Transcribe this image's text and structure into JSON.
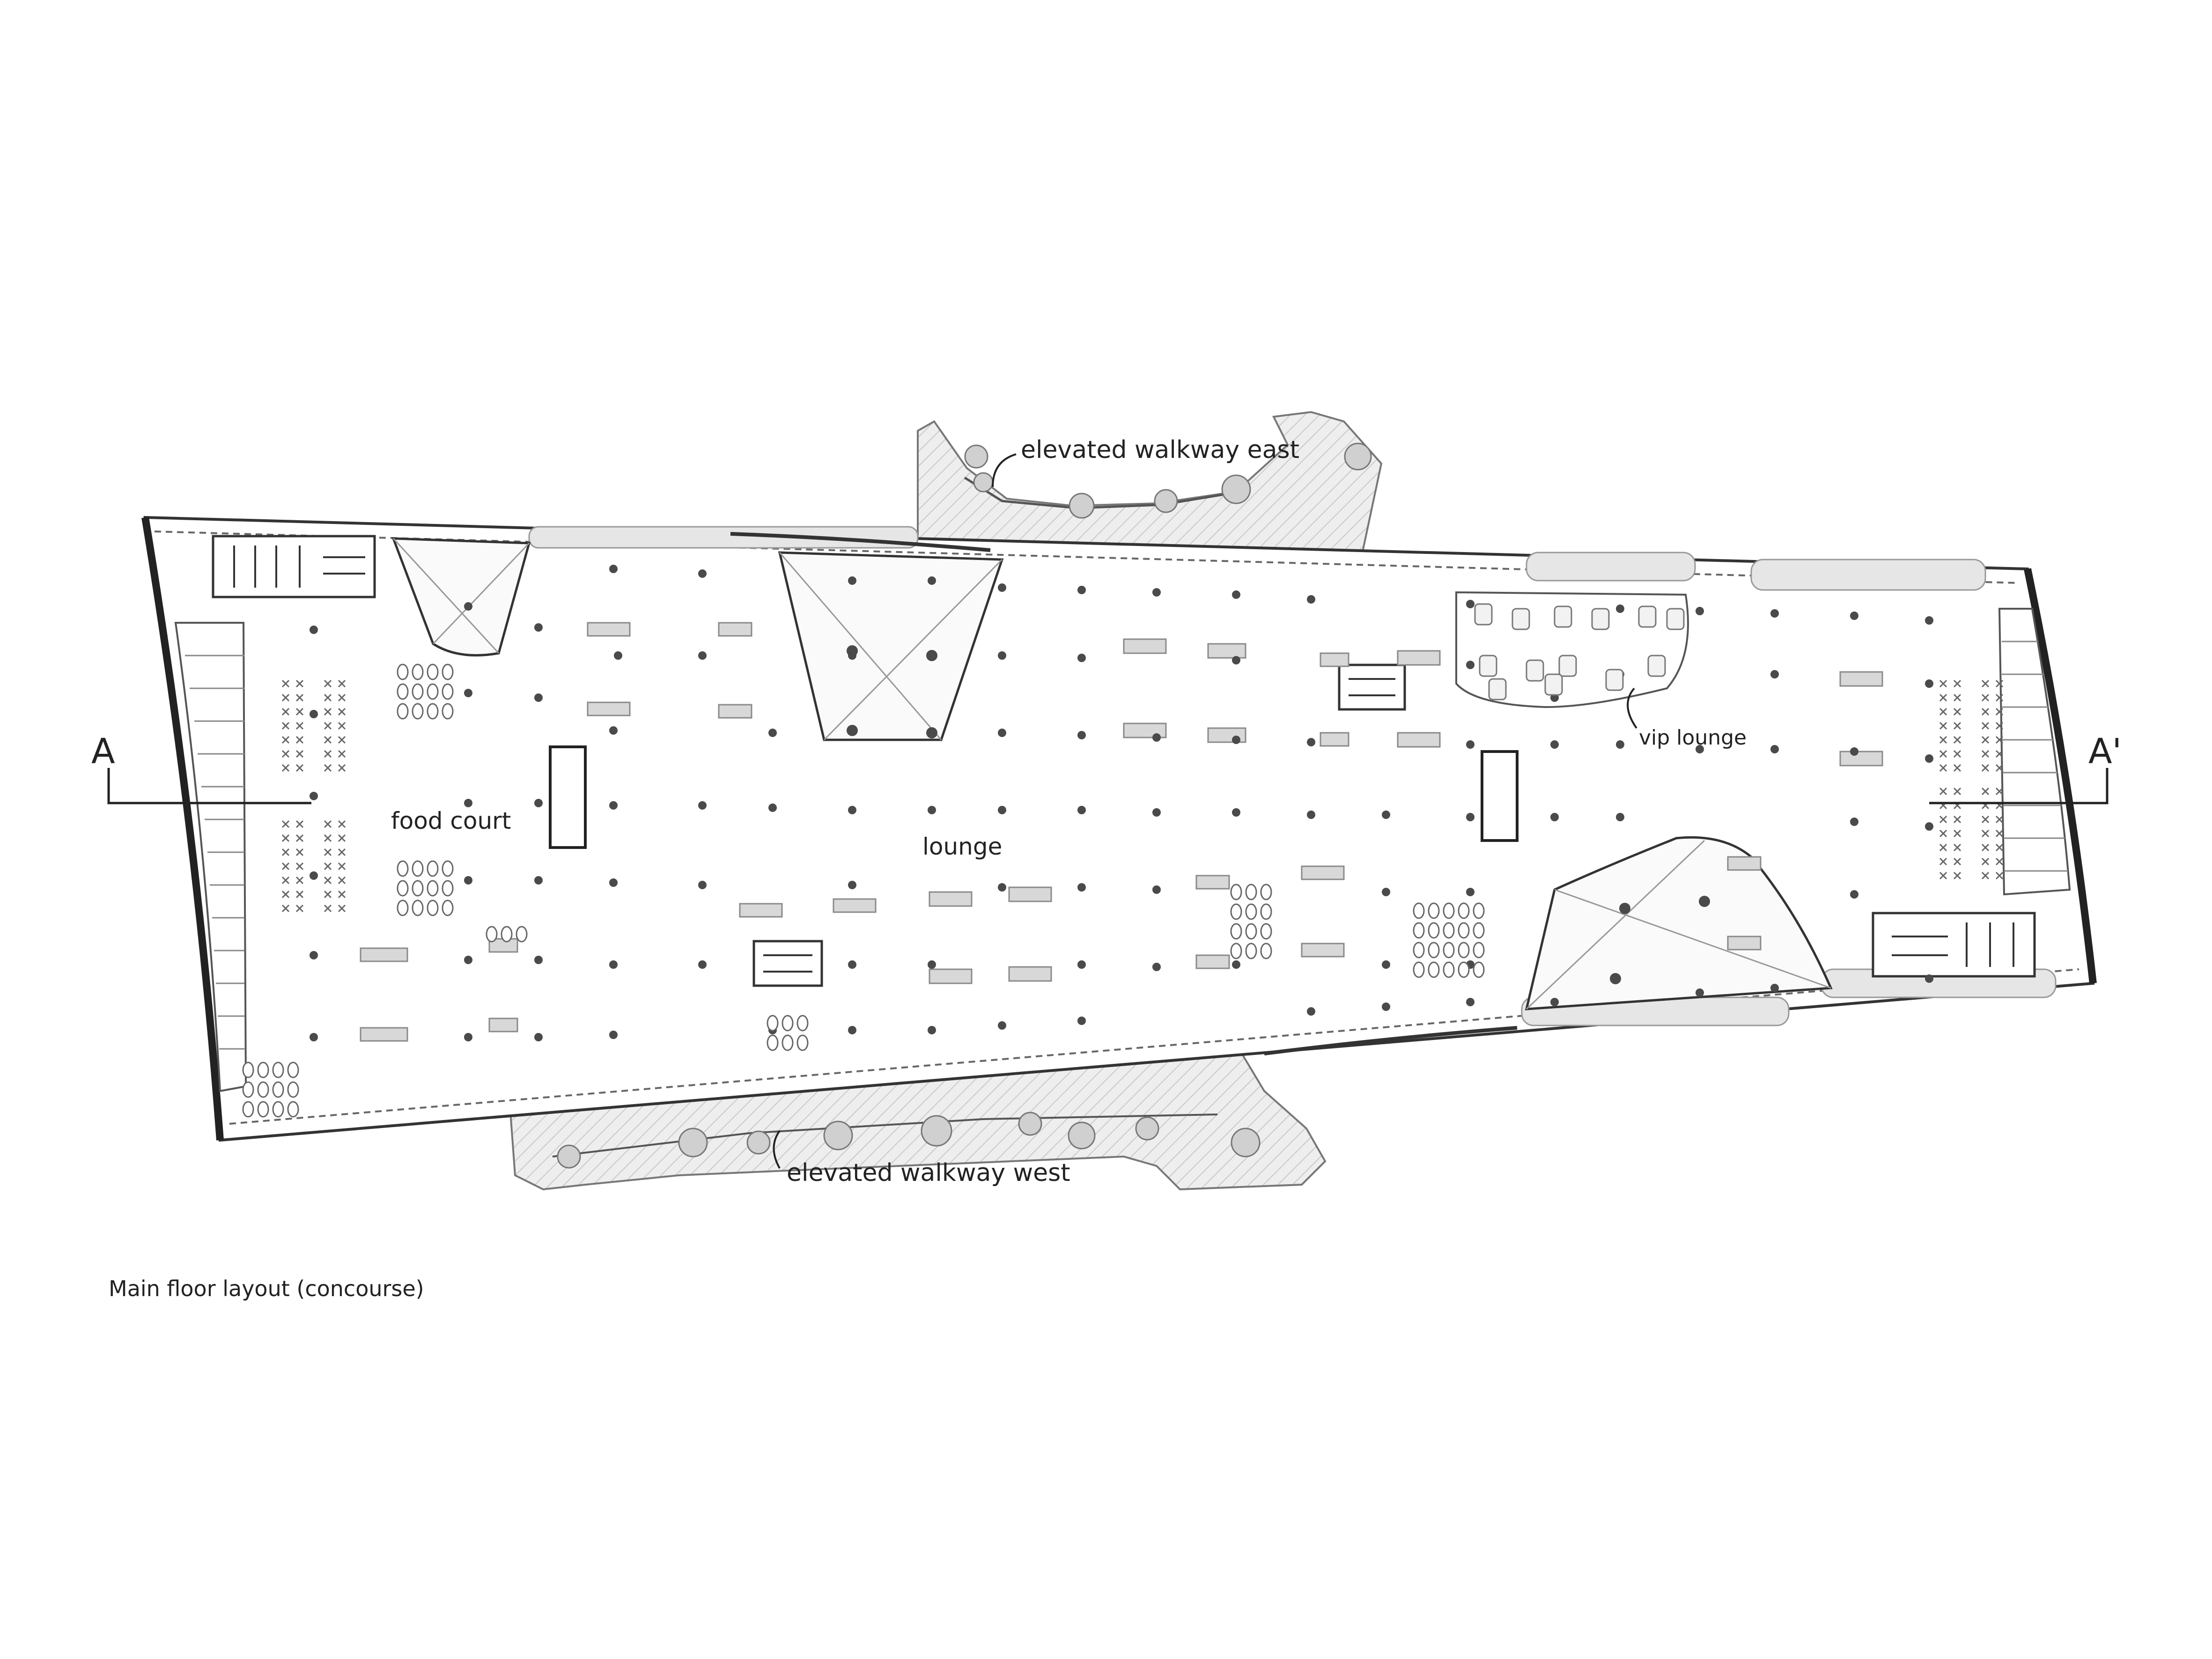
{
  "labels": {
    "walkway_east": "elevated walkway east",
    "walkway_west": "elevated walkway west",
    "food_court": "food court",
    "lounge": "lounge",
    "vip_lounge": "vip lounge",
    "section_a": "A",
    "section_a_prime": "A'"
  },
  "caption": "Main floor layout (concourse)",
  "colors": {
    "ink": "#222222",
    "wall": "#333333",
    "hatch": "#bdbdbd",
    "pad": "#e6e6e6",
    "column": "#4a4a4a"
  }
}
